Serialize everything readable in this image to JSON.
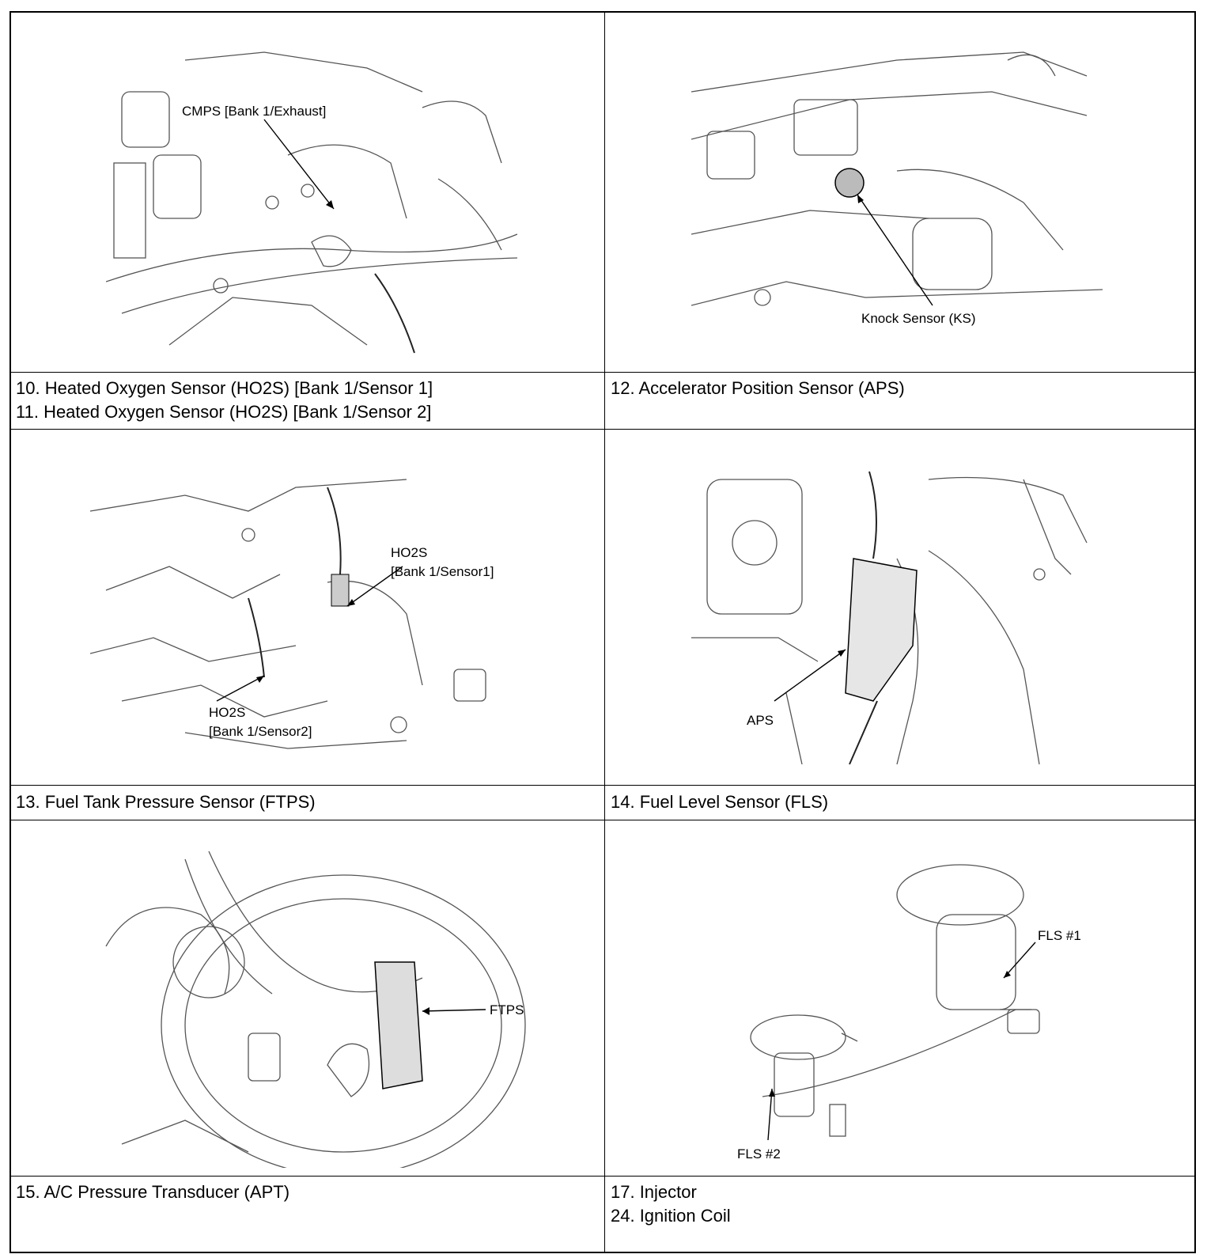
{
  "figures": {
    "top_left": {
      "callouts": [
        "CMPS [Bank 1/Exhaust]"
      ]
    },
    "top_right": {
      "callouts": [
        "Knock Sensor (KS)"
      ]
    },
    "mid_left": {
      "callouts": [
        "HO2S",
        "[Bank 1/Sensor1]",
        "HO2S",
        "[Bank 1/Sensor2]"
      ]
    },
    "mid_right": {
      "callouts": [
        "APS"
      ]
    },
    "bottom_left": {
      "callouts": [
        "FTPS"
      ]
    },
    "bottom_right": {
      "callouts": [
        "FLS #1",
        "FLS #2"
      ]
    }
  },
  "captions": {
    "row1_left": [
      "10. Heated Oxygen Sensor (HO2S) [Bank 1/Sensor 1]",
      "11. Heated Oxygen Sensor (HO2S) [Bank 1/Sensor 2]"
    ],
    "row1_right": [
      "12. Accelerator Position Sensor (APS)"
    ],
    "row2_left": [
      "13. Fuel Tank Pressure Sensor (FTPS)"
    ],
    "row2_right": [
      "14. Fuel Level Sensor (FLS)"
    ],
    "row3_left": [
      "15. A/C Pressure Transducer (APT)"
    ],
    "row3_right": [
      "17. Injector",
      "24. Ignition Coil"
    ]
  }
}
